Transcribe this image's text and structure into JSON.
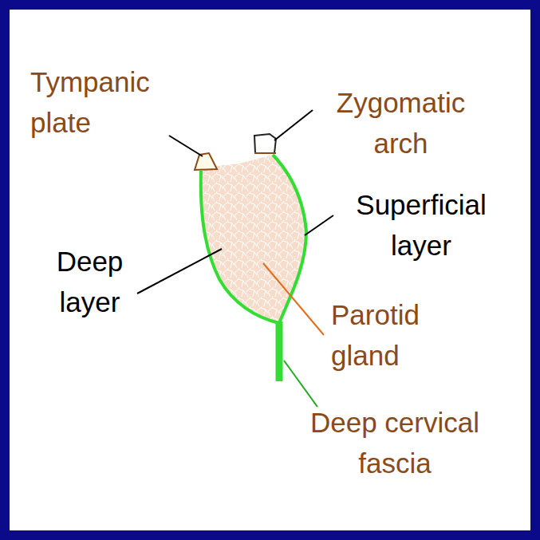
{
  "diagram": {
    "labels": [
      "Tympanic plate",
      "Zygomatic arch",
      "Superficial layer",
      "Deep layer",
      "Parotid gland",
      "Deep cervical fascia"
    ]
  }
}
